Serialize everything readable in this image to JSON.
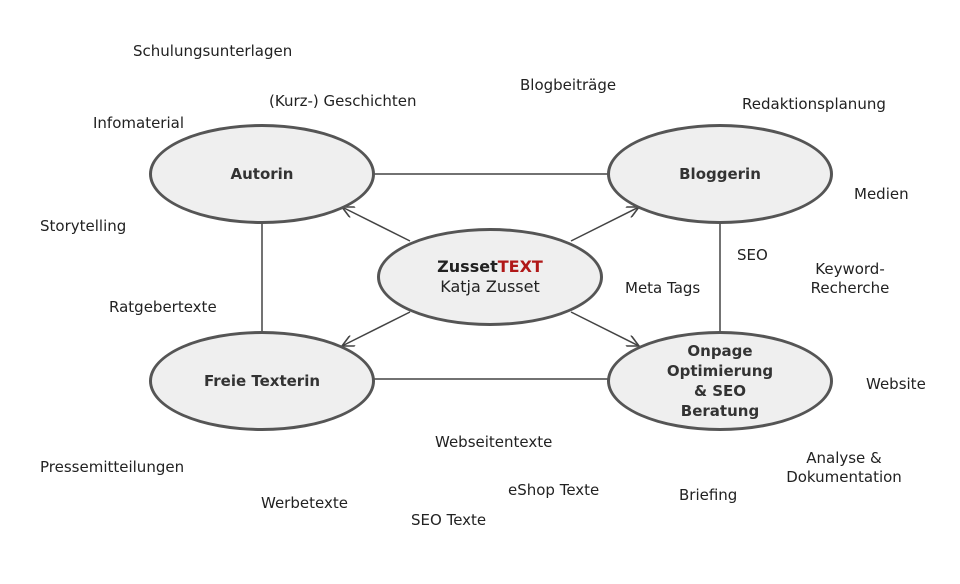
{
  "nodes": {
    "autorin": "Autorin",
    "bloggerin": "Bloggerin",
    "texterin": "Freie Texterin",
    "seo": "Onpage\nOptimierung\n& SEO\nBeratung",
    "center_brand": "Zusset",
    "center_brand_accent": "TEXT",
    "center_name": "Katja Zusset"
  },
  "labels": {
    "schulung": "Schulungsunterlagen",
    "geschichten": "(Kurz-) Geschichten",
    "infomaterial": "Infomaterial",
    "blogbeitraege": "Blogbeiträge",
    "redaktion": "Redaktionsplanung",
    "medien": "Medien",
    "storytelling": "Storytelling",
    "seo_tag": "SEO",
    "keyword": "Keyword-\nRecherche",
    "meta": "Meta Tags",
    "ratgeber": "Ratgebertexte",
    "website": "Website",
    "webseitentexte": "Webseitentexte",
    "presse": "Pressemitteilungen",
    "analyse": "Analyse &\nDokumentation",
    "eshop": "eShop Texte",
    "briefing": "Briefing",
    "werbetexte": "Werbetexte",
    "seotexte": "SEO Texte"
  },
  "colors": {
    "accent": "#b01818",
    "stroke": "#555555",
    "fill": "#efefef"
  }
}
